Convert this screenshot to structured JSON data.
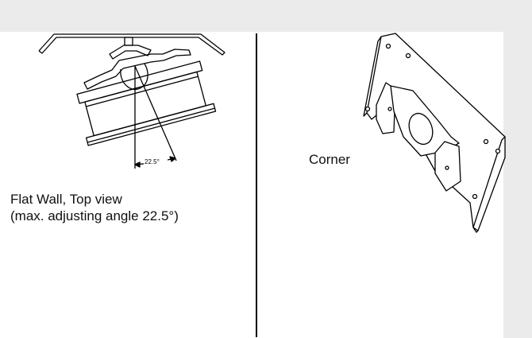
{
  "left_panel": {
    "angle_label": "22.5°",
    "caption_line1": "Flat Wall, Top view",
    "caption_line2": "(max. adjusting angle 22.5°)"
  },
  "right_panel": {
    "corner_label": "Corner"
  },
  "colors": {
    "background": "#ebebeb",
    "sheet": "#ffffff",
    "line": "#000000"
  }
}
